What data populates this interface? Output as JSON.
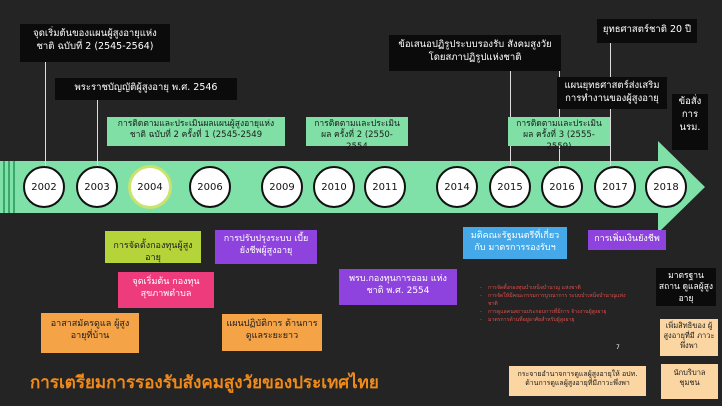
{
  "title": "การเตรียมการรองรับสังคมสูงวัยของประเทศไทย",
  "colors": {
    "arrow": "#7fe0a8",
    "accent": "#f08a1a",
    "background": "#242424"
  },
  "years": [
    "2002",
    "2003",
    "2004",
    "2006",
    "2009",
    "2010",
    "2011",
    "2014",
    "2015",
    "2016",
    "2017",
    "2018"
  ],
  "highlight_year": "2004",
  "top_boxes": {
    "plan2": "จุดเริ่มต้นของแผนผู้สูงอายุแห่งชาติ ฉบับที่ 2 (2545-2564)",
    "act": "พระราชบัญญัติผู้สูงอายุ พ.ศ. 2546",
    "eval1": "การติดตามและประเมินผลแผนผู้สูงอายุแห่งชาติ ฉบับที่ 2 ครั้งที่ 1 (2545-2549",
    "eval2": "การติดตามและประเมินผล ครั้งที่ 2 (2550-2554",
    "reform": "ข้อเสนอปฏิรูประบบรองรับ สังคมสูงวัยโดยสภาปฏิรูปแห่งชาติ",
    "eval3": "การติดตามและประเมินผล ครั้งที่ 3 (2555-2559)",
    "strategy": "แผนยุทธศาสตร์ส่งเสริม การทำงานของผู้สูงอายุ",
    "national": "ยุทธศาสตร์ชาติ 20 ปี",
    "order": "ข้อสั่งการ นรม."
  },
  "bottom_boxes": {
    "fund": "การจัดตั้งกองทุนผู้สูงอายุ",
    "health": "จุดเริ่มต้น กองทุนสุขภาพตำบล",
    "volunteer": "อาสาสมัครดูแล ผู้สูงอายุที่บ้าน",
    "allowance": "การปรับปรุงระบบ เบี้ยยังชีพผู้สูงอายุ",
    "careplan": "แผนปฏิบัติการ ด้านการดูแลระยะยาว",
    "nsf": "พรบ.กองทุนการออม แห่งชาติ พ.ศ. 2554",
    "cabinet": "มติคณะรัฐมนตรีที่เกี่ยวกับ มาตรการรองรับฯ",
    "increase": "การเพิ่มเงินยังชีพ",
    "standard": "มาตรฐานสถาน ดูแลผู้สูงอายุ",
    "dependent": "เพิ่มสิทธิของ ผู้สูงอายุที่มี ภาวะพึ่งพา",
    "decentral": "กระจายอำนาจการดูแลผู้สูงอายุให้ อปท. ด้านการดูแลผู้สูงอายุที่มีภาวะพึ่งพา",
    "social": "นักบริบาล ชุมชน"
  },
  "bullets": [
    "การจัดตั้งกองทุนบำเหน็จบำนาญ แห่งชาติ",
    "การจัดให้มีคณะกรรมการบูรณาการ ระบบบำเหน็จบำนาญแห่งชาติ",
    "การดูแลคนสถานประกอบการที่มีการ จ้างงานผู้สูงอายุ",
    "มาตรการด้านที่อยู่อาศัยสำหรับผู้สูงอายุ"
  ],
  "page_number": "7"
}
